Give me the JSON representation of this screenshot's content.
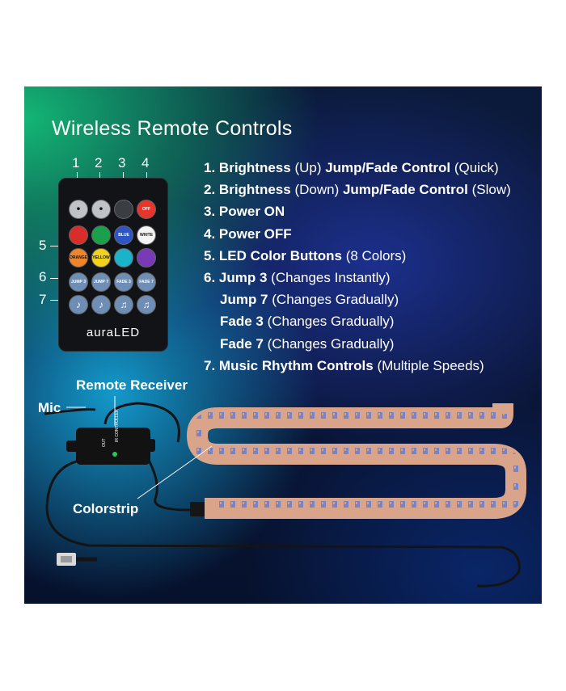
{
  "title": "Wireless Remote Controls",
  "remote": {
    "callouts": [
      "1",
      "2",
      "3",
      "4",
      "5",
      "6",
      "7"
    ],
    "buttons": {
      "off": "OFF",
      "blue": "BLUE",
      "white": "WHITE",
      "orange": "ORANGE",
      "yellow": "YELLOW",
      "jump3": "JUMP 3",
      "jump7": "JUMP 7",
      "fade3": "FADE 3",
      "fade7": "FADE 7"
    },
    "logo": "auraLED"
  },
  "list": [
    {
      "num": "1.",
      "parts": [
        [
          "Brightness",
          "b"
        ],
        [
          " (Up) ",
          "n"
        ],
        [
          "Jump/Fade Control",
          "b"
        ],
        [
          " (Quick)",
          "n"
        ]
      ]
    },
    {
      "num": "2.",
      "parts": [
        [
          "Brightness",
          "b"
        ],
        [
          " (Down) ",
          "n"
        ],
        [
          "Jump/Fade Control",
          "b"
        ],
        [
          " (Slow)",
          "n"
        ]
      ]
    },
    {
      "num": "3.",
      "parts": [
        [
          "Power ON",
          "b"
        ]
      ]
    },
    {
      "num": "4.",
      "parts": [
        [
          "Power OFF",
          "b"
        ]
      ]
    },
    {
      "num": "5.",
      "parts": [
        [
          "LED Color Buttons",
          "b"
        ],
        [
          " (8 Colors)",
          "n"
        ]
      ]
    },
    {
      "num": "6.",
      "parts": [
        [
          "Jump 3",
          "b"
        ],
        [
          " (Changes  Instantly)",
          "n"
        ]
      ]
    },
    {
      "num": "",
      "parts": [
        [
          "Jump 7",
          "b"
        ],
        [
          " (Changes  Gradually)",
          "n"
        ]
      ]
    },
    {
      "num": "",
      "parts": [
        [
          "Fade 3",
          "b"
        ],
        [
          " (Changes  Gradually)",
          "n"
        ]
      ]
    },
    {
      "num": "",
      "parts": [
        [
          "Fade 7",
          "b"
        ],
        [
          " (Changes  Gradually)",
          "n"
        ]
      ]
    },
    {
      "num": "7.",
      "parts": [
        [
          "Music Rhythm Controls",
          "b"
        ],
        [
          " (Multiple Speeds)",
          "n"
        ]
      ]
    }
  ],
  "labels": {
    "remote_receiver": "Remote Receiver",
    "mic": "Mic",
    "colorstrip": "Colorstrip"
  },
  "receiver_text": {
    "line1": "IR CONTROLLER",
    "line2": "OUT"
  },
  "colors": {
    "strip": "#d9a48a",
    "led_blue": "#4a6ddc",
    "led_orange": "#f08a3a",
    "cable": "#141414"
  }
}
